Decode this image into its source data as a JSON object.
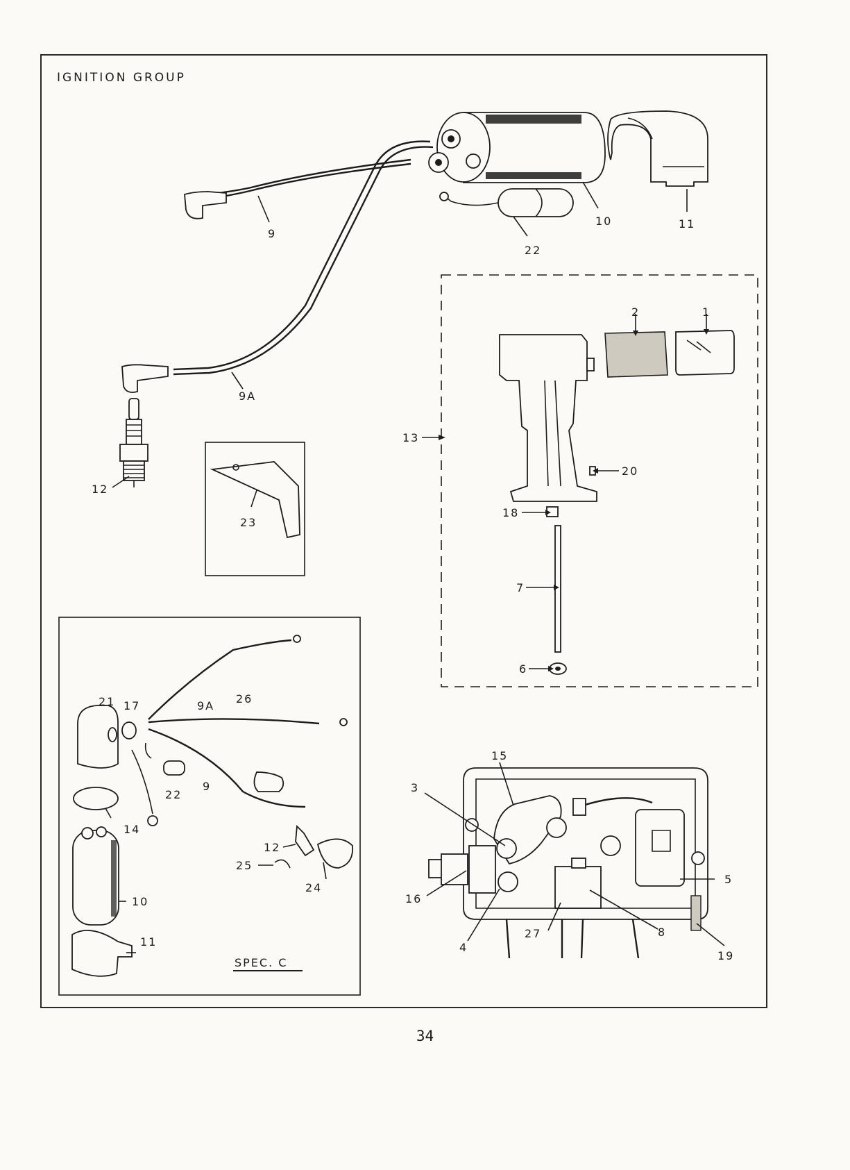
{
  "title": "IGNITION GROUP",
  "page_number": "34",
  "spec_label": "SPEC. C",
  "callouts": {
    "c1": "1",
    "c2": "2",
    "c3": "3",
    "c4": "4",
    "c5": "5",
    "c6": "6",
    "c7": "7",
    "c8": "8",
    "c9": "9",
    "c9a": "9A",
    "c10": "10",
    "c11": "11",
    "c12": "12",
    "c13": "13",
    "c15": "15",
    "c16": "16",
    "c18": "18",
    "c19": "19",
    "c20": "20",
    "c22": "22",
    "c23": "23",
    "c27": "27",
    "s9": "9",
    "s9a": "9A",
    "s10": "10",
    "s11": "11",
    "s12": "12",
    "s14": "14",
    "s17": "17",
    "s21": "21",
    "s22": "22",
    "s24": "24",
    "s25": "25",
    "s26": "26"
  }
}
